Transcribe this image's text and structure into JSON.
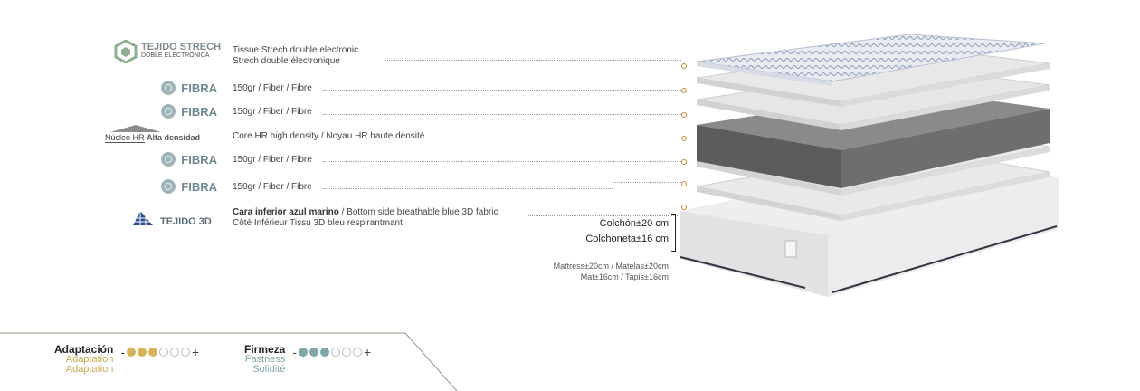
{
  "layers": [
    {
      "logo": "TEJIDO STRECH",
      "logo_sub": "DOBLE ELECTRÓNICA",
      "line1": "Tissue Strech double electronic",
      "line2": "Strech double électronique"
    },
    {
      "logo": "FIBRA",
      "line1": "150gr / Fiber / Fibre"
    },
    {
      "logo": "FIBRA",
      "line1": "150gr / Fiber / Fibre"
    },
    {
      "logo": "Núcleo HR",
      "logo_sub": "Alta densidad",
      "line1": "Core HR high density / Noyau HR haute densité"
    },
    {
      "logo": "FIBRA",
      "line1": "150gr / Fiber / Fibre"
    },
    {
      "logo": "FIBRA",
      "line1": "150gr / Fiber / Fibre"
    },
    {
      "logo": "TEJIDO 3D",
      "line1_bold": "Cara inferior azul marino",
      "line1": " / Bottom side breathable blue 3D fabric",
      "line2": "Côté Inférieur Tissu 3D bleu respirantmant"
    }
  ],
  "measurements": {
    "colchon": "Colchón±20 cm",
    "colchoneta": "Colchoneta±16 cm",
    "line1": "Mattress±20cm / Matelas±20cm",
    "line2": "Mat±16cm / Tapis±16cm"
  },
  "ratings": {
    "adaptacion": {
      "title": "Adaptación",
      "sub1": "Adaptation",
      "sub2": "Adaptation",
      "level": 3,
      "max": 6,
      "color": "#d6b35a"
    },
    "firmeza": {
      "title": "Firmeza",
      "sub1": "Fastness",
      "sub2": "Solidité",
      "level": 3,
      "max": 6,
      "color": "#7fa7a8"
    },
    "minus": "-",
    "plus": "+"
  }
}
